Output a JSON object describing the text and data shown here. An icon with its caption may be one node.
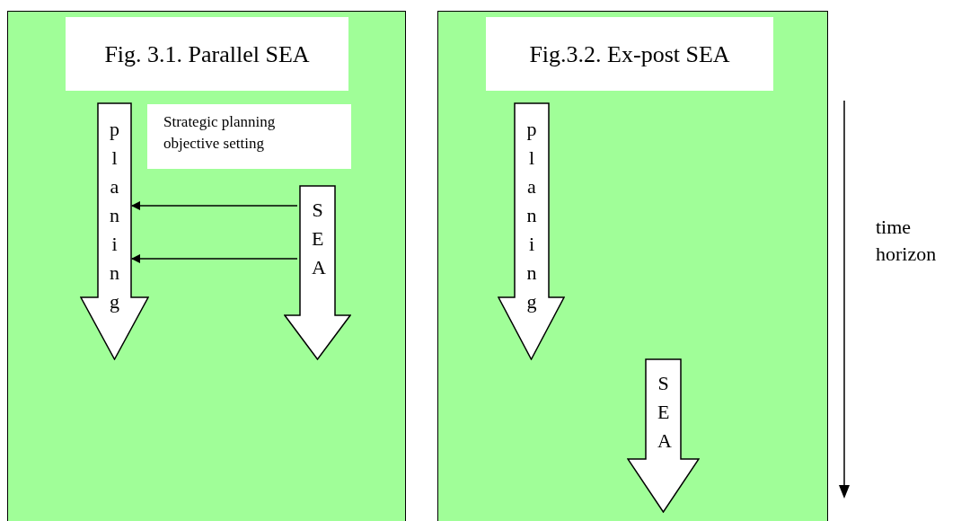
{
  "diagram": {
    "nodes": [
      {
        "text": [],
        "shape": "box"
      },
      {
        "text": [
          "Fig. 3.1. Parallel SEA"
        ],
        "in": 0
      },
      {
        "text": [
          "planing"
        ],
        "in": 0
      },
      {
        "text": [
          "Strategic planning objective setting"
        ],
        "in": 0
      },
      {
        "text": [
          "SEA"
        ],
        "in": 0
      },
      {
        "text": [],
        "shape": "box"
      },
      {
        "text": [
          "Fig.3.2. Ex-post SEA"
        ],
        "in": 5
      },
      {
        "text": [
          "planing"
        ],
        "in": 5
      },
      {
        "text": [
          "SEA"
        ],
        "in": 5
      }
    ],
    "edges": [
      {
        "from": 4,
        "to": 2,
        "arrow": "to"
      },
      {
        "from": 4,
        "to": 2,
        "arrow": "to"
      }
    ],
    "labels": [
      "time horizon"
    ]
  }
}
